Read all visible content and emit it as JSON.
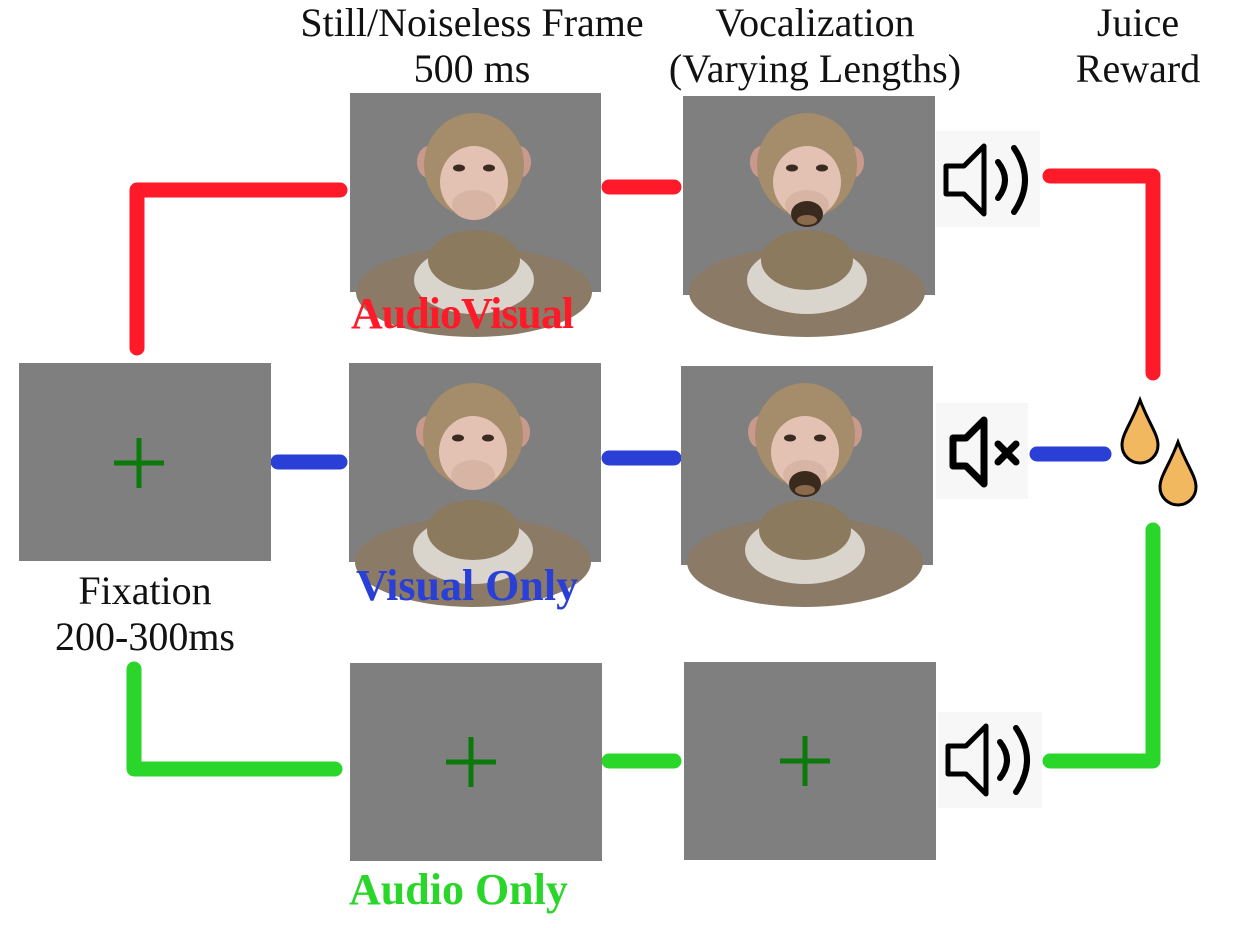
{
  "headers": {
    "still_frame": [
      "Still/Noiseless Frame",
      "500 ms"
    ],
    "vocalization": [
      "Vocalization",
      "(Varying Lengths)"
    ],
    "juice": [
      "Juice",
      "Reward"
    ]
  },
  "fixation_label": [
    "Fixation",
    "200-300ms"
  ],
  "conditions": {
    "audiovisual": {
      "label": "AudioVisual",
      "color": "#ff1a2a"
    },
    "visual_only": {
      "label": "Visual Only",
      "color": "#2a3fd6"
    },
    "audio_only": {
      "label": "Audio Only",
      "color": "#2ad62a"
    }
  },
  "colors": {
    "panel_gray": "#7f7f7f",
    "fixation_cross": "#0b7a0b",
    "juice_drop": "#f2b860"
  },
  "icons": [
    "speaker-icon",
    "speaker-muted-icon",
    "juice-drops-icon",
    "monkey-face-closed",
    "monkey-face-open"
  ]
}
